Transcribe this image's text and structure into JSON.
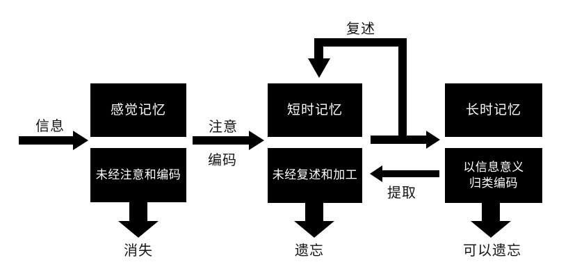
{
  "diagram": {
    "palette": {
      "shape_color": "#000000",
      "box_text_color": "#ffffff",
      "label_text_color": "#141414",
      "background": "#ffffff"
    },
    "nodes": {
      "sensory_memory": "感觉记忆",
      "sensory_unattended": "未经注意和编码",
      "short_term_memory": "短时记忆",
      "short_term_unrehearsed": "未经复述和加工",
      "long_term_memory": "长时记忆",
      "long_term_encoding_line1": "以信息意义",
      "long_term_encoding_line2": "归类编码"
    },
    "labels": {
      "information": "信息",
      "attention": "注意",
      "encoding": "编码",
      "rehearsal": "复述",
      "retrieval": "提取",
      "vanish": "消失",
      "forgotten": "遗忘",
      "may_be_forgotten": "可以遗忘"
    }
  }
}
